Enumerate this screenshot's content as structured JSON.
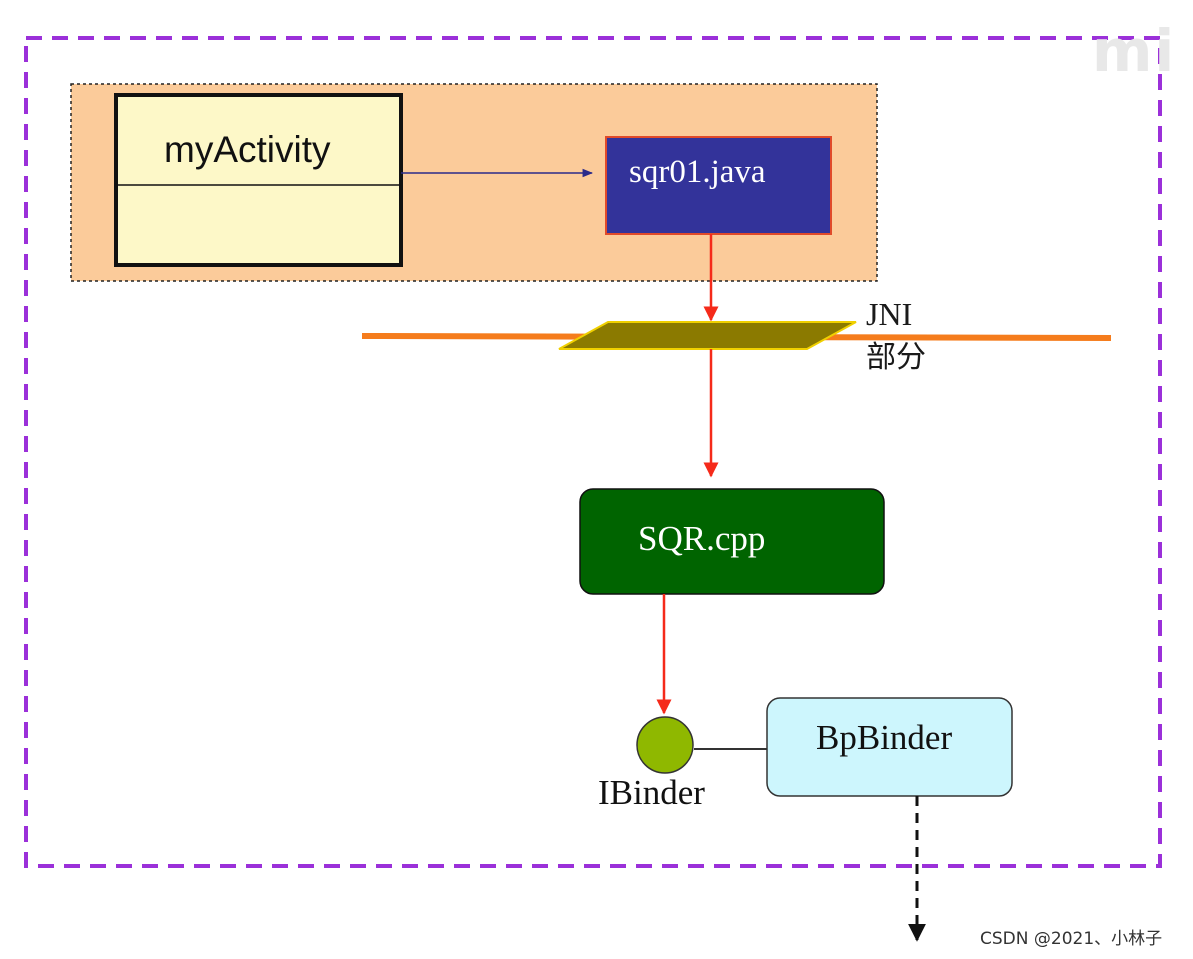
{
  "diagram": {
    "nodes": {
      "my_activity": {
        "label": "myActivity"
      },
      "sqr01_java": {
        "label": "sqr01.java"
      },
      "jni": {
        "label_line1": "JNI",
        "label_line2": "部分"
      },
      "sqr_cpp": {
        "label": "SQR.cpp"
      },
      "ibinder": {
        "label": "IBinder"
      },
      "bpbinder": {
        "label": "BpBinder"
      }
    },
    "logo": {
      "text": "mi"
    },
    "watermark": {
      "text": "CSDN @2021、小林子"
    }
  },
  "colors": {
    "outer_border": "#9b30d9",
    "app_group_fill": "#fbcb9a",
    "activity_fill": "#fdf8c8",
    "sqr01_fill": "#33339a",
    "jni_line": "#f57c1c",
    "jni_plate_fill": "#8b7a00",
    "jni_plate_stroke": "#f0d000",
    "sqrcpp_fill": "#006400",
    "arrow_red": "#f52a1a",
    "arrow_blue": "#2a2a8a",
    "ibinder_fill": "#8fb800",
    "bpbinder_fill": "#cdf6fd"
  }
}
